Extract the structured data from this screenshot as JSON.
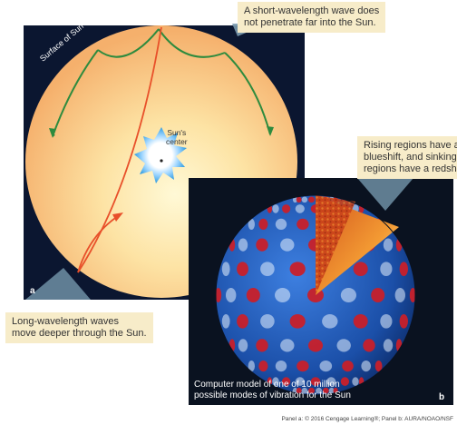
{
  "panel_a": {
    "letter": "a",
    "surface_label": "Surface of Sun",
    "center_label_line1": "Sun's",
    "center_label_line2": "center",
    "callout_short_line1": "A short-wavelength wave does",
    "callout_short_line2": "not penetrate far into the Sun.",
    "callout_long_line1": "Long-wavelength waves",
    "callout_long_line2": "move deeper through the Sun."
  },
  "panel_b": {
    "letter": "b",
    "callout_line1": "Rising regions have a",
    "callout_line2": "blueshift, and sinking",
    "callout_line3": "regions have a redshift.",
    "caption_line1": "Computer model of one of 10 million",
    "caption_line2": "possible modes of vibration for the Sun"
  },
  "credit": "Panel a: © 2016 Cengage Learning®; Panel b: AURA/NOAO/NSF",
  "colors": {
    "panel_bg": "#0b1630",
    "sun_rim": "#f6b26b",
    "sun_center": "#fff6c2",
    "short_wave": "#2e8b3e",
    "long_wave": "#e8502a",
    "callout_bg": "#f7ecc9",
    "red_cell": "#c8202a",
    "blue_cell": "#2a6ad0"
  }
}
